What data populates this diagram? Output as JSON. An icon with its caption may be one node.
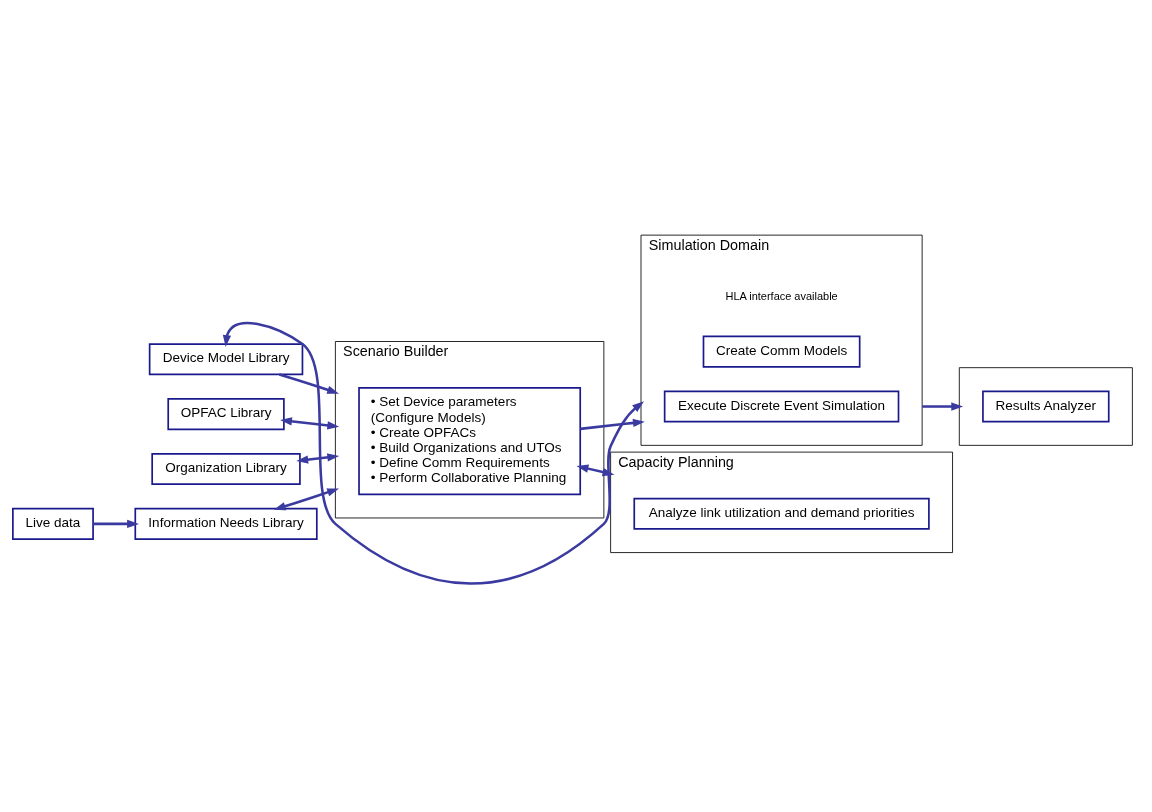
{
  "diagram": {
    "nodes": [
      {
        "text": [
          "Device Model Library"
        ]
      },
      {
        "text": [
          "OPFAC Library"
        ]
      },
      {
        "text": [
          "Organization Library"
        ]
      },
      {
        "text": [
          "Information Needs Library"
        ]
      },
      {
        "text": [
          "Live data"
        ]
      },
      {
        "text": [
          "Scenario Builder"
        ]
      },
      {
        "text": [
          "• Set Device parameters",
          "(Configure Models)",
          "• Create OPFACs",
          "• Build Organizations and UTOs",
          "• Define Comm Requirements",
          "• Perform Collaborative Planning"
        ],
        "in": 5
      },
      {
        "text": [
          "Simulation Domain"
        ],
        "beside": [
          "HLA interface available"
        ]
      },
      {
        "text": [
          "Execute Discrete Event Simulation"
        ],
        "in": 7
      },
      {
        "text": [
          "Create Comm Models"
        ],
        "in": 7
      },
      {
        "text": [],
        "shape": "box"
      },
      {
        "text": [
          "Results Analyzer"
        ],
        "in": 10
      },
      {
        "text": [
          "Capacity Planning"
        ]
      },
      {
        "text": [
          "Analyze link utilization and demand priorities"
        ],
        "in": 12
      }
    ],
    "edges": [
      {
        "from": 7,
        "to": 0,
        "arrow": "both"
      },
      {
        "from": 0,
        "to": 5,
        "arrow": "to"
      },
      {
        "from": 1,
        "to": 5,
        "arrow": "both"
      },
      {
        "from": 2,
        "to": 5,
        "arrow": "both"
      },
      {
        "from": 3,
        "to": 5,
        "arrow": "both"
      },
      {
        "from": 4,
        "to": 3,
        "arrow": "to"
      },
      {
        "from": 6,
        "to": 7,
        "arrow": "to"
      },
      {
        "from": 7,
        "to": 10,
        "arrow": "to"
      },
      {
        "from": 6,
        "to": 12,
        "arrow": "both"
      }
    ]
  }
}
